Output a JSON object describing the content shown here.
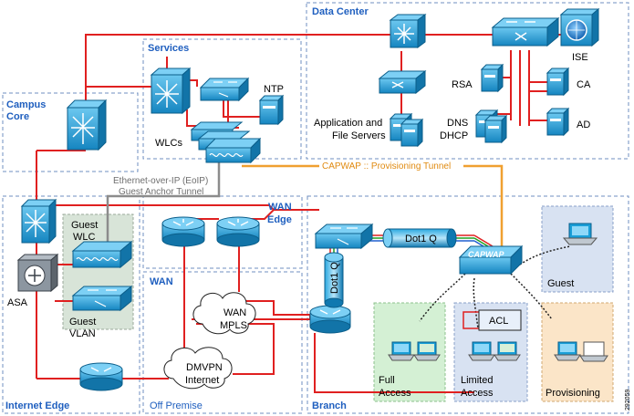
{
  "regions": {
    "data_center": "Data Center",
    "services": "Services",
    "campus_core": [
      "Campus",
      "Core"
    ],
    "wan_edge": [
      "WAN",
      "Edge"
    ],
    "wan": "WAN",
    "internet_edge": "Internet Edge",
    "off_premise": "Off Premise",
    "branch": "Branch"
  },
  "devices": {
    "ise": "ISE",
    "ntp": "NTP",
    "rsa": "RSA",
    "ca": "CA",
    "app_servers": [
      "Application and",
      "File Servers"
    ],
    "dns_dhcp": [
      "DNS",
      "DHCP"
    ],
    "ad": "AD",
    "wlcs": "WLCs",
    "asa": "ASA",
    "guest_wlc": [
      "Guest",
      "WLC"
    ],
    "guest_vlan": [
      "Guest",
      "VLAN"
    ],
    "wan_mpls": [
      "WAN",
      "MPLS"
    ],
    "dmvpn": [
      "DMVPN",
      "Internet"
    ],
    "capwap_ap": "CAPWAP",
    "acl": "ACL"
  },
  "tunnels": {
    "eoip": [
      "Ethernet-over-IP (EoIP)",
      "Guest Anchor Tunnel"
    ],
    "capwap": "CAPWAP :: Provisioning Tunnel",
    "dot1q_h": "Dot1 Q",
    "dot1q_v": "Dot1 Q"
  },
  "zones": {
    "guest": "Guest",
    "full_access": [
      "Full",
      "Access"
    ],
    "limited_access": [
      "Limited",
      "Access"
    ],
    "provisioning": "Provisioning"
  },
  "figure_id": "292059",
  "colors": {
    "link_red": "#e02020",
    "tunnel_orange": "#f0a030",
    "eoip_gray": "#8c8c8c",
    "device_blue": "#1a9fd8",
    "region_border": "#6f8fc0",
    "region_label": "#1f5fbf",
    "guest_zone_fill": "#d8e2f2",
    "full_access_fill": "#d4f0d4",
    "limited_access_fill": "#d8e2f2",
    "provisioning_fill": "#fbe5c8",
    "guest_wlc_fill": "#d8e4d8"
  }
}
